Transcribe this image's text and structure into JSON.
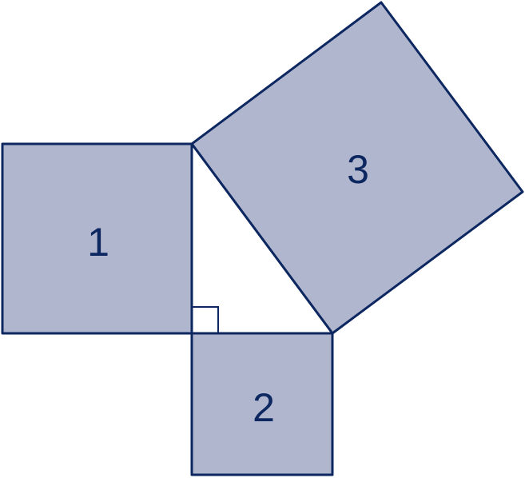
{
  "squares": [
    {
      "label": "1"
    },
    {
      "label": "2"
    },
    {
      "label": "3"
    }
  ],
  "colors": {
    "fill": "#b0b6ce",
    "stroke": "#0d2760",
    "triangle_fill": "#ffffff",
    "background": "#ffffff"
  }
}
